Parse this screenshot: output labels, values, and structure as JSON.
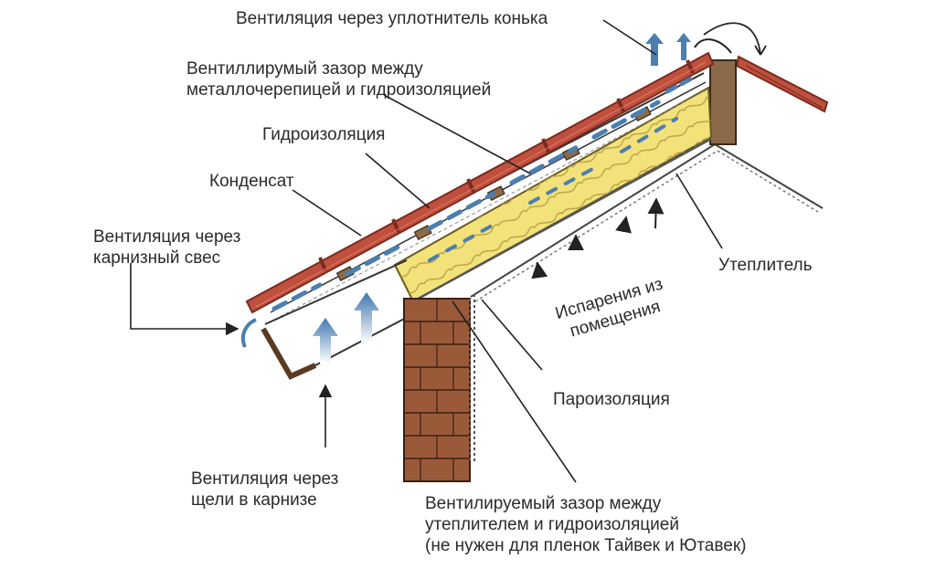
{
  "labels": {
    "ridge_vent": "Вентиляция через уплотнитель конька",
    "gap_tile_1": "Вентиллирумый зазор между",
    "gap_tile_2": "металлочерепицей и гидроизоляцией",
    "waterproofing": "Гидроизоляция",
    "condensate": "Конденсат",
    "eave_vent_1": "Вентиляция через",
    "eave_vent_2": "карнизный свес",
    "insulation": "Утеплитель",
    "evaporation_1": "Испарения из",
    "evaporation_2": "помещения",
    "vapor_barrier": "Пароизоляция",
    "slot_vent_1": "Вентиляция через",
    "slot_vent_2": "щели в карнизе",
    "gap_insul_1": "Вентилируемый зазор между",
    "gap_insul_2": "утеплителем и гидроизоляцией",
    "gap_insul_3": "(не нужен для пленок Тайвек и Ютавек)"
  },
  "colors": {
    "tile": "#c0503e",
    "tile_dark": "#7a2a1e",
    "insulation": "#f3e27a",
    "brick": "#9a5a3a",
    "airflow": "#4a7fb0",
    "ridge_beam": "#8b6a4a",
    "line": "#333333"
  }
}
